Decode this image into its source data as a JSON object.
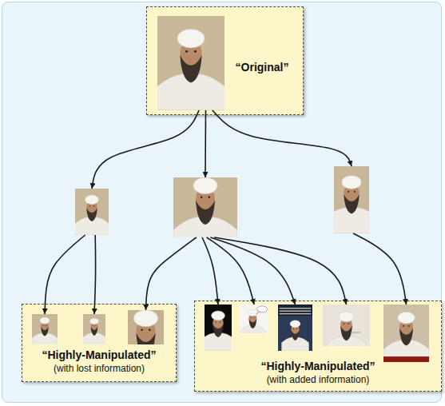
{
  "diagram": {
    "nodes": [
      {
        "text": [
          "“Original”"
        ]
      },
      {
        "text": [],
        "in": 0
      },
      {
        "text": []
      },
      {
        "text": []
      },
      {
        "text": []
      },
      {
        "text": [
          "“Highly-Manipulated”",
          "(with lost information)"
        ]
      },
      {
        "text": [],
        "in": 5
      },
      {
        "text": [],
        "in": 5
      },
      {
        "text": [],
        "in": 5
      },
      {
        "text": [
          "“Highly-Manipulated”",
          "(with added information)"
        ]
      },
      {
        "text": [],
        "in": 9
      },
      {
        "text": [],
        "in": 9
      },
      {
        "text": [],
        "in": 9
      },
      {
        "text": [],
        "in": 9
      },
      {
        "text": [],
        "in": 9
      }
    ],
    "edges": [
      {
        "from": 1,
        "to": 2,
        "arrow": "to"
      },
      {
        "from": 1,
        "to": 3,
        "arrow": "to"
      },
      {
        "from": 1,
        "to": 4,
        "arrow": "to"
      },
      {
        "from": 2,
        "to": 6,
        "arrow": "to"
      },
      {
        "from": 2,
        "to": 7,
        "arrow": "to"
      },
      {
        "from": 3,
        "to": 8,
        "arrow": "to"
      },
      {
        "from": 3,
        "to": 10,
        "arrow": "to"
      },
      {
        "from": 3,
        "to": 11,
        "arrow": "to"
      },
      {
        "from": 3,
        "to": 12,
        "arrow": "to"
      },
      {
        "from": 3,
        "to": 13,
        "arrow": "to"
      },
      {
        "from": 4,
        "to": 14,
        "arrow": "to"
      }
    ]
  }
}
